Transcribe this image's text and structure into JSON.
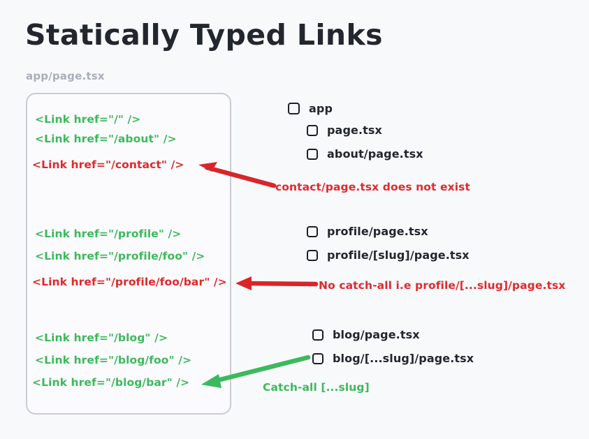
{
  "page": {
    "title": "Statically Typed Links",
    "file_label": "app/page.tsx",
    "background_color": "#f8f9fb"
  },
  "colors": {
    "valid": "#3cb95c",
    "invalid": "#df2a2a",
    "text": "#22262e",
    "muted": "#a9aeb9",
    "card_border": "#c9ccd2"
  },
  "code_card": {
    "groups": [
      {
        "lines": [
          {
            "text": "<Link href=\"/\" />",
            "status": "valid"
          },
          {
            "text": "<Link href=\"/about\" />",
            "status": "valid"
          },
          {
            "text": "<Link href=\"/contact\" />",
            "status": "invalid"
          }
        ]
      },
      {
        "lines": [
          {
            "text": "<Link href=\"/profile\" />",
            "status": "valid"
          },
          {
            "text": "<Link href=\"/profile/foo\" />",
            "status": "valid"
          },
          {
            "text": "<Link href=\"/profile/foo/bar\" />",
            "status": "invalid"
          }
        ]
      },
      {
        "lines": [
          {
            "text": "<Link href=\"/blog\" />",
            "status": "valid"
          },
          {
            "text": "<Link href=\"/blog/foo\" />",
            "status": "valid"
          },
          {
            "text": "<Link href=\"/blog/bar\" />",
            "status": "valid"
          }
        ]
      }
    ]
  },
  "file_tree": {
    "groups": [
      {
        "items": [
          {
            "label": "app",
            "depth": 0
          },
          {
            "label": "page.tsx",
            "depth": 1
          },
          {
            "label": "about/page.tsx",
            "depth": 1
          }
        ]
      },
      {
        "items": [
          {
            "label": "profile/page.tsx",
            "depth": 1
          },
          {
            "label": "profile/[slug]/page.tsx",
            "depth": 1
          }
        ]
      },
      {
        "items": [
          {
            "label": "blog/page.tsx",
            "depth": 1
          },
          {
            "label": "blog/[...slug]/page.tsx",
            "depth": 1
          }
        ]
      }
    ]
  },
  "annotations": [
    {
      "text": "contact/page.tsx does not exist",
      "color": "invalid"
    },
    {
      "text": "No catch-all i.e profile/[...slug]/page.tsx",
      "color": "invalid"
    },
    {
      "text": "Catch-all [...slug]",
      "color": "valid"
    }
  ]
}
